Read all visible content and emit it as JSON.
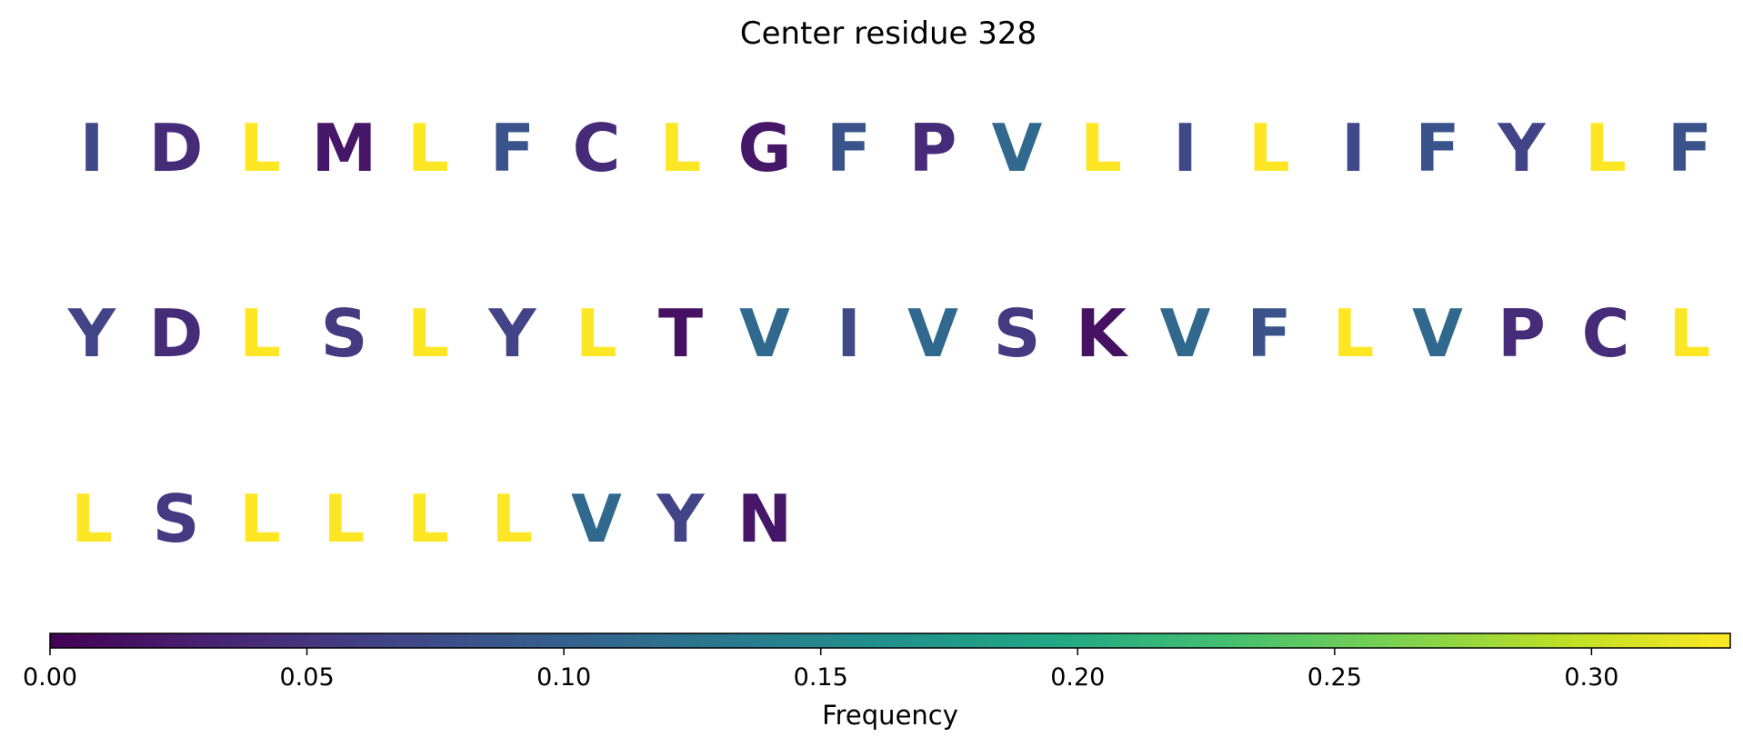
{
  "chart_data": {
    "type": "sequence-logo",
    "title": "Center residue 328",
    "residues_per_row": 20,
    "residues": [
      {
        "letter": "I",
        "frequency": 0.07
      },
      {
        "letter": "D",
        "frequency": 0.04
      },
      {
        "letter": "L",
        "frequency": 0.33
      },
      {
        "letter": "M",
        "frequency": 0.02
      },
      {
        "letter": "L",
        "frequency": 0.33
      },
      {
        "letter": "F",
        "frequency": 0.085
      },
      {
        "letter": "C",
        "frequency": 0.04
      },
      {
        "letter": "L",
        "frequency": 0.33
      },
      {
        "letter": "G",
        "frequency": 0.02
      },
      {
        "letter": "F",
        "frequency": 0.085
      },
      {
        "letter": "P",
        "frequency": 0.04
      },
      {
        "letter": "V",
        "frequency": 0.11
      },
      {
        "letter": "L",
        "frequency": 0.33
      },
      {
        "letter": "I",
        "frequency": 0.07
      },
      {
        "letter": "L",
        "frequency": 0.33
      },
      {
        "letter": "I",
        "frequency": 0.07
      },
      {
        "letter": "F",
        "frequency": 0.085
      },
      {
        "letter": "Y",
        "frequency": 0.065
      },
      {
        "letter": "L",
        "frequency": 0.33
      },
      {
        "letter": "F",
        "frequency": 0.085
      },
      {
        "letter": "Y",
        "frequency": 0.065
      },
      {
        "letter": "D",
        "frequency": 0.04
      },
      {
        "letter": "L",
        "frequency": 0.33
      },
      {
        "letter": "S",
        "frequency": 0.055
      },
      {
        "letter": "L",
        "frequency": 0.33
      },
      {
        "letter": "Y",
        "frequency": 0.065
      },
      {
        "letter": "L",
        "frequency": 0.33
      },
      {
        "letter": "T",
        "frequency": 0.015
      },
      {
        "letter": "V",
        "frequency": 0.11
      },
      {
        "letter": "I",
        "frequency": 0.07
      },
      {
        "letter": "V",
        "frequency": 0.11
      },
      {
        "letter": "S",
        "frequency": 0.055
      },
      {
        "letter": "K",
        "frequency": 0.015
      },
      {
        "letter": "V",
        "frequency": 0.11
      },
      {
        "letter": "F",
        "frequency": 0.085
      },
      {
        "letter": "L",
        "frequency": 0.33
      },
      {
        "letter": "V",
        "frequency": 0.11
      },
      {
        "letter": "P",
        "frequency": 0.04
      },
      {
        "letter": "C",
        "frequency": 0.04
      },
      {
        "letter": "L",
        "frequency": 0.33
      },
      {
        "letter": "L",
        "frequency": 0.33
      },
      {
        "letter": "S",
        "frequency": 0.055
      },
      {
        "letter": "L",
        "frequency": 0.33
      },
      {
        "letter": "L",
        "frequency": 0.33
      },
      {
        "letter": "L",
        "frequency": 0.33
      },
      {
        "letter": "L",
        "frequency": 0.33
      },
      {
        "letter": "V",
        "frequency": 0.11
      },
      {
        "letter": "Y",
        "frequency": 0.065
      },
      {
        "letter": "N",
        "frequency": 0.02
      }
    ],
    "colorbar": {
      "label": "Frequency",
      "colormap": "viridis",
      "range": [
        0,
        0.327
      ],
      "ticks": [
        0.0,
        0.05,
        0.1,
        0.15,
        0.2,
        0.25,
        0.3
      ],
      "tick_labels": [
        "0.00",
        "0.05",
        "0.10",
        "0.15",
        "0.20",
        "0.25",
        "0.30"
      ]
    }
  }
}
